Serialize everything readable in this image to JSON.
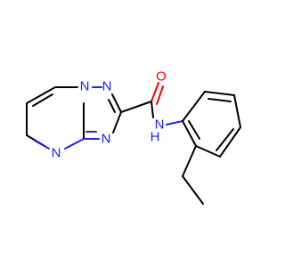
{
  "colors": {
    "background": "#ffffff",
    "carbon_bond": "#000000",
    "nitrogen": "#2020ff",
    "oxygen": "#ff0000"
  },
  "atoms": {
    "n_bridge": "N",
    "n_triazole_top": "N",
    "n_triazole_bottom": "N",
    "n_pyrimidine": "N",
    "n_amide": "N",
    "h_amide": "H",
    "o_carbonyl": "O"
  }
}
